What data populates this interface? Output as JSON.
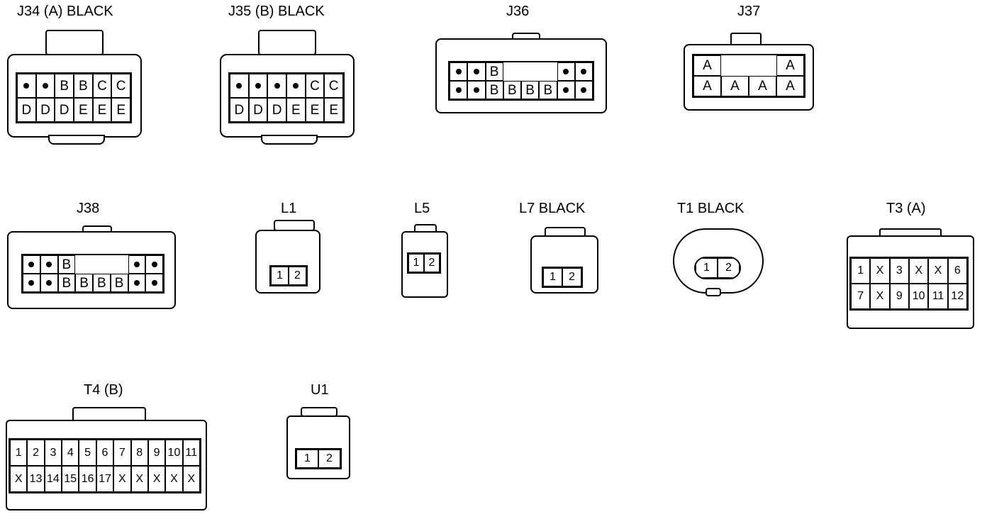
{
  "connectors": [
    {
      "id": "J34",
      "title": "J34 (A)  BLACK",
      "rows": [
        [
          "•",
          "•",
          "B",
          "B",
          "C",
          "C"
        ],
        [
          "D",
          "D",
          "D",
          "E",
          "E",
          "E"
        ]
      ]
    },
    {
      "id": "J35",
      "title": "J35 (B)  BLACK",
      "rows": [
        [
          "•",
          "•",
          "•",
          "•",
          "C",
          "C"
        ],
        [
          "D",
          "D",
          "D",
          "E",
          "E",
          "E"
        ]
      ]
    },
    {
      "id": "J36",
      "title": "J36",
      "rows": [
        [
          "•",
          "•",
          "B",
          "",
          "",
          "",
          "•",
          "•"
        ],
        [
          "•",
          "•",
          "B",
          "B",
          "B",
          "B",
          "•",
          "•"
        ]
      ]
    },
    {
      "id": "J37",
      "title": "J37",
      "rows": [
        [
          "A",
          "",
          "",
          "A"
        ],
        [
          "A",
          "A",
          "A",
          "A"
        ]
      ]
    },
    {
      "id": "J38",
      "title": "J38",
      "rows": [
        [
          "•",
          "•",
          "B",
          "",
          "",
          "",
          "•",
          "•"
        ],
        [
          "•",
          "•",
          "B",
          "B",
          "B",
          "B",
          "•",
          "•"
        ]
      ]
    },
    {
      "id": "L1",
      "title": "L1",
      "rows": [
        [
          "1",
          "2"
        ]
      ]
    },
    {
      "id": "L5",
      "title": "L5",
      "rows": [
        [
          "1",
          "2"
        ]
      ]
    },
    {
      "id": "L7",
      "title": "L7  BLACK",
      "rows": [
        [
          "1",
          "2"
        ]
      ]
    },
    {
      "id": "T1",
      "title": "T1  BLACK",
      "rows": [
        [
          "1",
          "2"
        ]
      ]
    },
    {
      "id": "T3",
      "title": "T3 (A)",
      "rows": [
        [
          "1",
          "X",
          "3",
          "X",
          "X",
          "6"
        ],
        [
          "7",
          "X",
          "9",
          "10",
          "11",
          "12"
        ]
      ]
    },
    {
      "id": "T4",
      "title": "T4 (B)",
      "rows": [
        [
          "1",
          "2",
          "3",
          "4",
          "5",
          "6",
          "7",
          "8",
          "9",
          "10",
          "11"
        ],
        [
          "X",
          "13",
          "14",
          "15",
          "16",
          "17",
          "X",
          "X",
          "X",
          "X",
          "X"
        ]
      ]
    },
    {
      "id": "U1",
      "title": "U1",
      "rows": [
        [
          "1",
          "2"
        ]
      ]
    }
  ]
}
